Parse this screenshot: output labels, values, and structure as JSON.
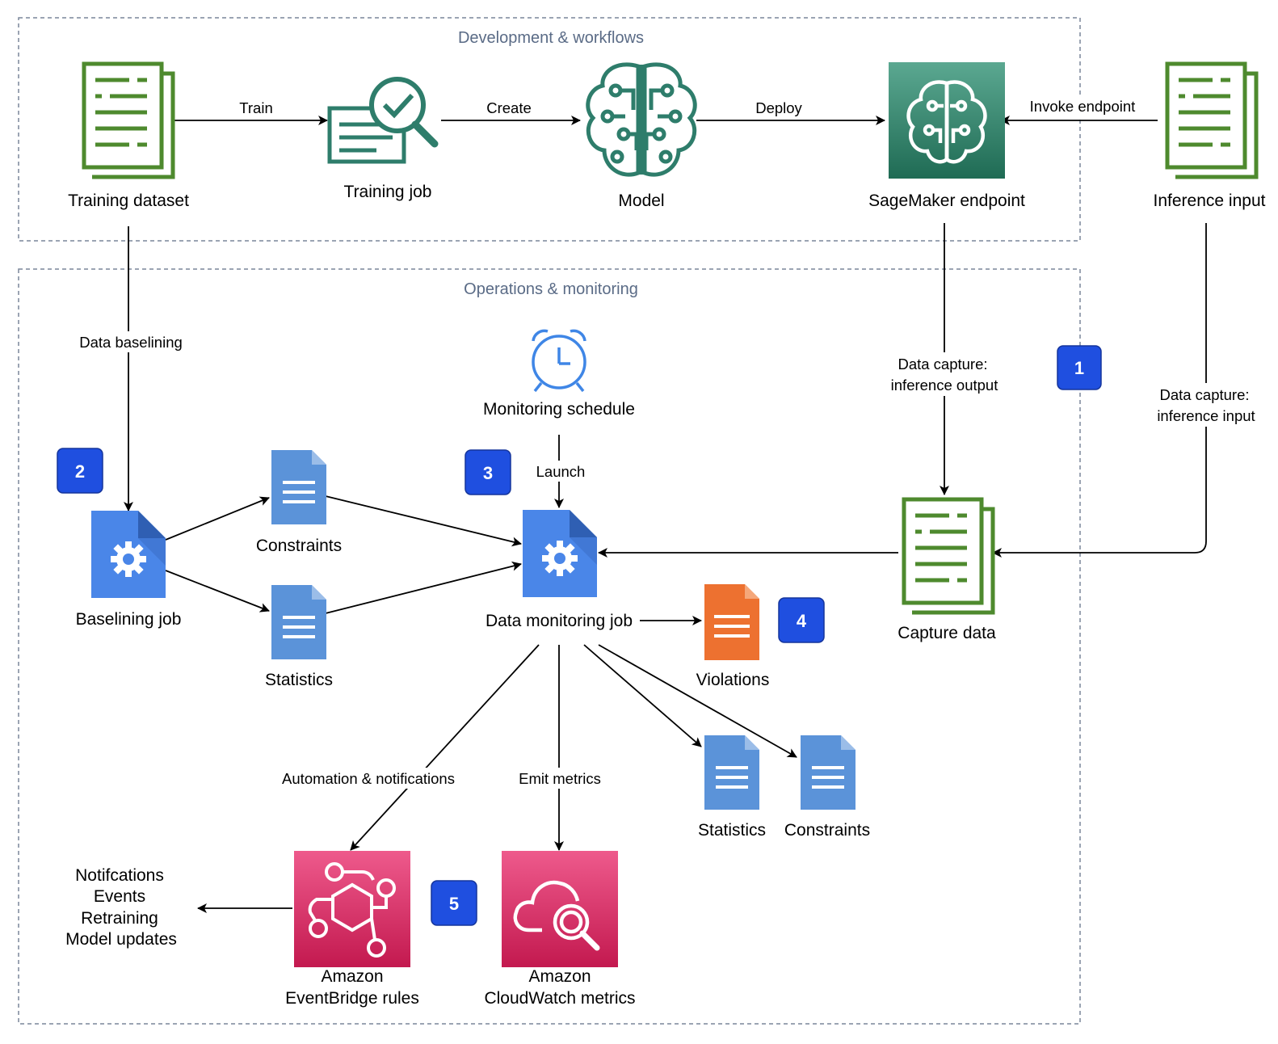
{
  "groups": {
    "development": "Development & workflows",
    "operations": "Operations & monitoring"
  },
  "nodes": {
    "training_dataset": "Training dataset",
    "training_job": "Training job",
    "model": "Model",
    "sagemaker_endpoint": "SageMaker endpoint",
    "inference_input": "Inference input",
    "monitoring_schedule": "Monitoring schedule",
    "baselining_job": "Baselining job",
    "constraints_top": "Constraints",
    "statistics_top": "Statistics",
    "data_monitoring_job": "Data monitoring job",
    "violations": "Violations",
    "capture_data": "Capture data",
    "statistics_bottom": "Statistics",
    "constraints_bottom": "Constraints",
    "eventbridge_line1": "Amazon",
    "eventbridge_line2": "EventBridge rules",
    "cloudwatch_line1": "Amazon",
    "cloudwatch_line2": "CloudWatch metrics",
    "outputs": [
      "Notifcations",
      "Events",
      "Retraining",
      "Model updates"
    ]
  },
  "edges": {
    "train": "Train",
    "create": "Create",
    "deploy": "Deploy",
    "invoke": "Invoke endpoint",
    "data_baselining": "Data baselining",
    "capture_output_1": "Data capture:",
    "capture_output_2": "inference output",
    "capture_input_1": "Data capture:",
    "capture_input_2": "inference input",
    "launch": "Launch",
    "automation": "Automation & notifications",
    "emit": "Emit metrics"
  },
  "badges": [
    "1",
    "2",
    "3",
    "4",
    "5"
  ],
  "colors": {
    "doc_green": "#4e8a2e",
    "doc_blue": "#4a86e8",
    "doc_blue_light": "#5b93d9",
    "doc_orange": "#ed7130",
    "teal": "#2e8b76",
    "pink": "#e0366e",
    "badge": "#1f4fe0",
    "group_border": "#7a869a"
  }
}
